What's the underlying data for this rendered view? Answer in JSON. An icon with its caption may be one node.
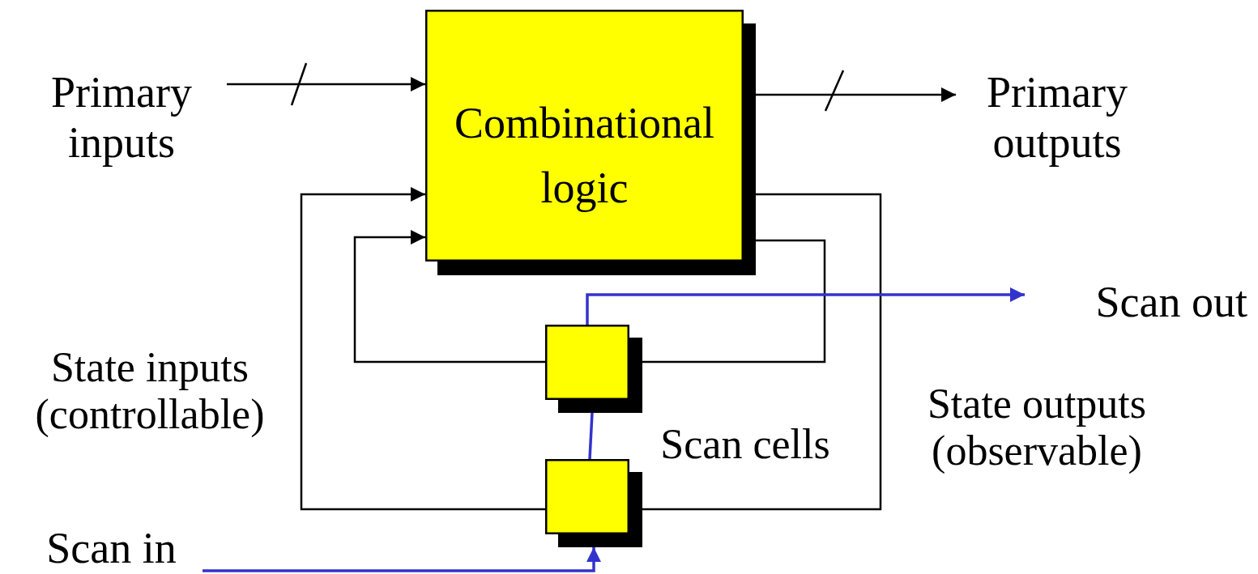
{
  "diagram": {
    "nodes": [
      {
        "text": [
          "Primary inputs"
        ]
      },
      {
        "text": [
          "Combinational logic"
        ]
      },
      {
        "text": [
          "Primary outputs"
        ]
      },
      {
        "text": [
          "Scan out"
        ]
      },
      {
        "text": [],
        "shape": "box"
      },
      {
        "text": [],
        "shape": "box"
      },
      {
        "text": [
          "Scan in"
        ]
      }
    ],
    "edges": [
      {
        "from": 0,
        "to": 1,
        "arrow": "to"
      },
      {
        "from": 1,
        "to": 2,
        "arrow": "to"
      },
      {
        "from": 4,
        "to": 1,
        "arrow": "to"
      },
      {
        "from": 5,
        "to": 1,
        "arrow": "to"
      },
      {
        "from": 1,
        "to": 4,
        "arrow": "none"
      },
      {
        "from": 1,
        "to": 5,
        "arrow": "none"
      },
      {
        "from": 4,
        "to": 3,
        "arrow": "to",
        "color": "#3333cc"
      },
      {
        "from": 5,
        "to": 4,
        "arrow": "none",
        "color": "#3333cc"
      },
      {
        "from": 6,
        "to": 5,
        "arrow": "to",
        "color": "#3333cc"
      }
    ],
    "labels": [
      "State inputs (controllable)",
      "Scan cells",
      "State outputs (observable)"
    ]
  }
}
